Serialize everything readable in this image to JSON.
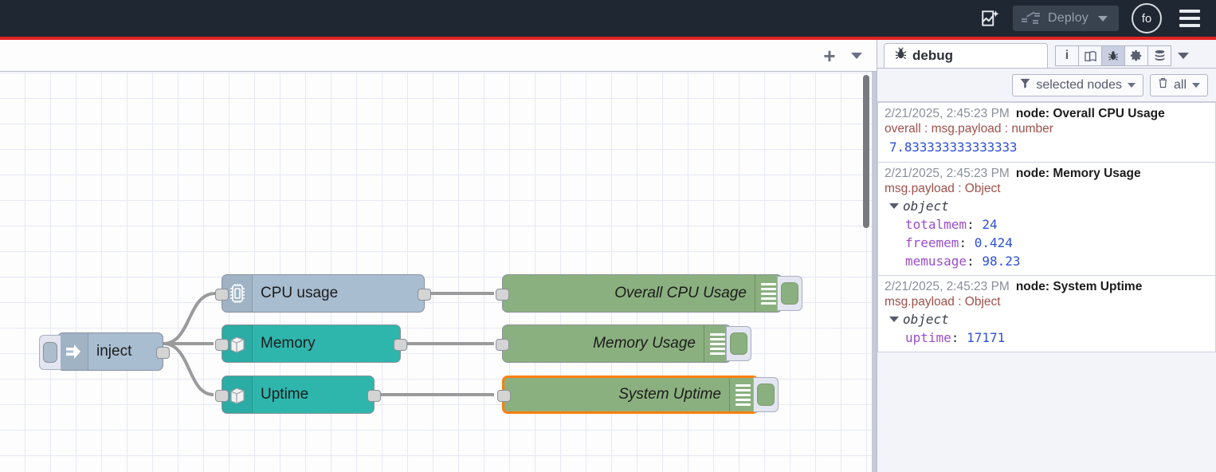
{
  "header": {
    "ai_icon": "ai-sparkle-icon",
    "deploy_label": "Deploy",
    "deploy_icon": "deploy-icon",
    "deploy_caret": "chevron-down-icon",
    "avatar_initials": "fo",
    "menu_icon": "hamburger-menu-icon",
    "accent_color": "#e02424",
    "bg_color": "#1f2733"
  },
  "workspace": {
    "tabbar": {
      "add_label": "+",
      "add_icon": "add-flow-icon",
      "caret_icon": "chevron-down-icon"
    },
    "nodes": [
      {
        "id": "inject",
        "label": "inject",
        "icon": "arrow-right-icon",
        "color": "#a8bdd0",
        "align": "left"
      },
      {
        "id": "cpu-usage",
        "label": "CPU usage",
        "icon": "cpu-chip-icon",
        "color": "#a8bdd0",
        "align": "left"
      },
      {
        "id": "memory",
        "label": "Memory",
        "icon": "server-icon",
        "color": "#2eb6ad",
        "align": "left"
      },
      {
        "id": "uptime",
        "label": "Uptime",
        "icon": "server-icon",
        "color": "#2eb6ad",
        "align": "left"
      },
      {
        "id": "overall-cpu",
        "label": "Overall CPU Usage",
        "icon": "debug-lines-icon",
        "color": "#8bb07f",
        "align": "right"
      },
      {
        "id": "memory-usage",
        "label": "Memory Usage",
        "icon": "debug-lines-icon",
        "color": "#8bb07f",
        "align": "right"
      },
      {
        "id": "system-uptime",
        "label": "System Uptime",
        "icon": "debug-lines-icon",
        "color": "#8bb07f",
        "align": "right",
        "selected": true
      }
    ],
    "selection_color": "#ff7f0e"
  },
  "sidebar": {
    "tab_label": "debug",
    "tab_icon": "bug-icon",
    "icons": [
      {
        "name": "info-icon",
        "glyph": "i",
        "active": false
      },
      {
        "name": "book-icon",
        "glyph": "Ὅ6",
        "active": false
      },
      {
        "name": "bug-icon",
        "glyph": "bug",
        "active": true
      },
      {
        "name": "gear-icon",
        "glyph": "⚙",
        "active": false
      },
      {
        "name": "context-icon",
        "glyph": "stack",
        "active": false
      }
    ],
    "filters": {
      "nodes_label": "selected nodes",
      "nodes_icon": "filter-icon",
      "clear_label": "all",
      "clear_icon": "trash-icon"
    },
    "messages": [
      {
        "timestamp": "2/21/2025, 2:45:23 PM",
        "node": "node: Overall CPU Usage",
        "topic": "overall : msg.payload : number",
        "kind": "value",
        "value": "7.833333333333333"
      },
      {
        "timestamp": "2/21/2025, 2:45:23 PM",
        "node": "node: Memory Usage",
        "topic": "msg.payload : Object",
        "kind": "object",
        "object_label": "object",
        "entries": [
          {
            "key": "totalmem",
            "value": "24"
          },
          {
            "key": "freemem",
            "value": "0.424"
          },
          {
            "key": "memusage",
            "value": "98.23"
          }
        ]
      },
      {
        "timestamp": "2/21/2025, 2:45:23 PM",
        "node": "node: System Uptime",
        "topic": "msg.payload : Object",
        "kind": "object",
        "object_label": "object",
        "entries": [
          {
            "key": "uptime",
            "value": "17171"
          }
        ]
      }
    ]
  }
}
